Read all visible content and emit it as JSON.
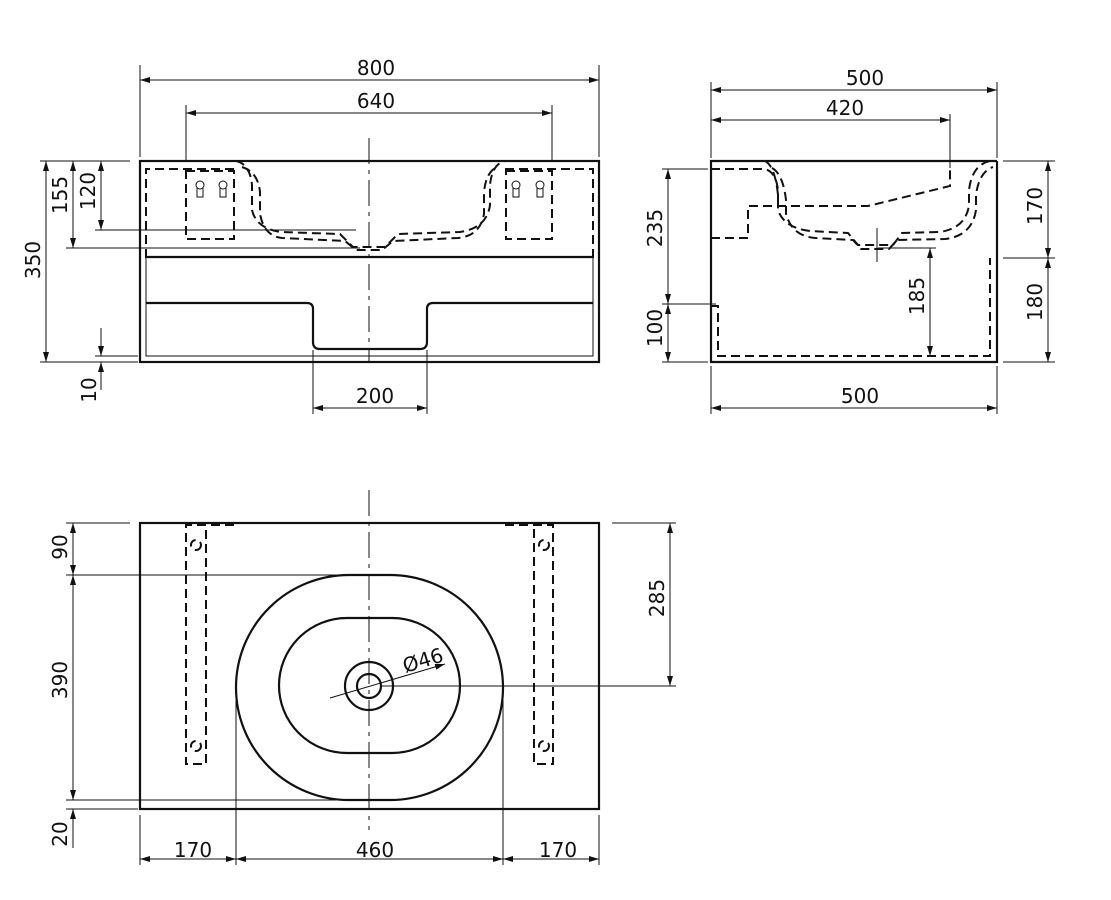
{
  "front_view": {
    "width_800": "800",
    "width_640": "640",
    "height_155": "155",
    "height_120": "120",
    "height_350": "350",
    "thickness_10": "10",
    "cutout_200": "200"
  },
  "side_view": {
    "depth_500_top": "500",
    "depth_420": "420",
    "height_235": "235",
    "height_100": "100",
    "height_185": "185",
    "height_170": "170",
    "height_180": "180",
    "depth_500_bottom": "500"
  },
  "top_view": {
    "dim_90": "90",
    "dim_390": "390",
    "dim_20": "20",
    "dim_285": "285",
    "drain_diameter": "Ø46",
    "dim_170_left": "170",
    "dim_460": "460",
    "dim_170_right": "170"
  }
}
